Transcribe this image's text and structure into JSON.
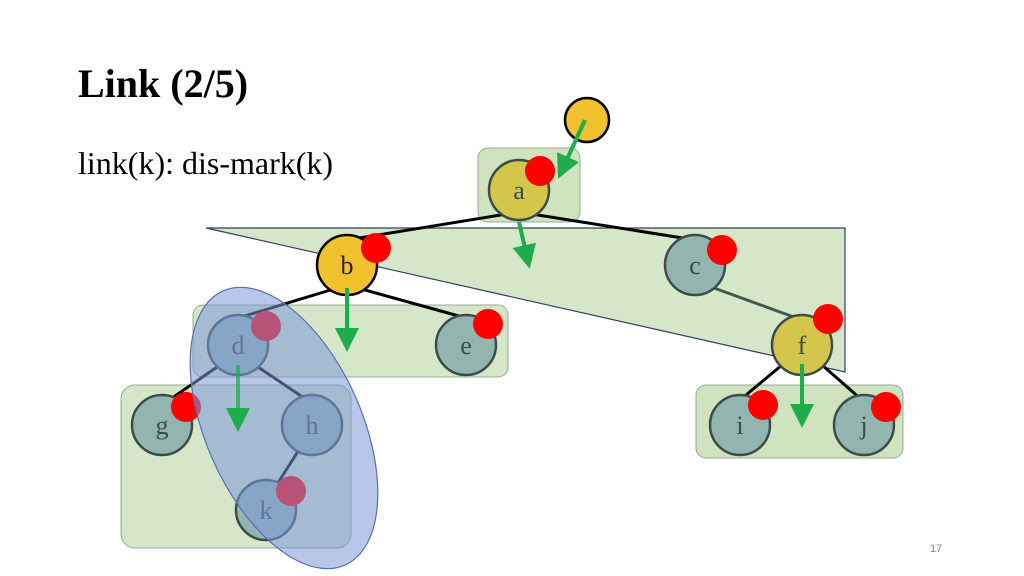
{
  "slide": {
    "title": "Link (2/5)",
    "subtitle": "link(k): dis-mark(k)",
    "page_number": "17"
  },
  "tree": {
    "nodes": [
      {
        "id": "a",
        "label": "a",
        "fill": "#d4c64a",
        "marked": true
      },
      {
        "id": "b",
        "label": "b",
        "fill": "#f2c12e",
        "marked": true
      },
      {
        "id": "c",
        "label": "c",
        "fill": "#93b5b0",
        "marked": true
      },
      {
        "id": "d",
        "label": "d",
        "fill": "#93b5b0",
        "marked": true
      },
      {
        "id": "e",
        "label": "e",
        "fill": "#93b5b0",
        "marked": true
      },
      {
        "id": "f",
        "label": "f",
        "fill": "#d4c64a",
        "marked": true
      },
      {
        "id": "g",
        "label": "g",
        "fill": "#93b5b0",
        "marked": true
      },
      {
        "id": "h",
        "label": "h",
        "fill": "#93b5b0",
        "marked": false
      },
      {
        "id": "i",
        "label": "i",
        "fill": "#93b5b0",
        "marked": true
      },
      {
        "id": "j",
        "label": "j",
        "fill": "#93b5b0",
        "marked": true
      },
      {
        "id": "k",
        "label": "k",
        "fill": "#93b5b0",
        "marked": true
      },
      {
        "id": "k-parent",
        "label": "",
        "fill": "#f2c12e",
        "marked": false
      }
    ],
    "edges": [
      [
        "a",
        "b"
      ],
      [
        "a",
        "c"
      ],
      [
        "b",
        "d"
      ],
      [
        "b",
        "e"
      ],
      [
        "c",
        "f"
      ],
      [
        "d",
        "g"
      ],
      [
        "d",
        "h"
      ],
      [
        "h",
        "k"
      ],
      [
        "f",
        "i"
      ],
      [
        "f",
        "j"
      ]
    ]
  },
  "colors": {
    "mark": "#ff0000",
    "arrow": "#1fad4b",
    "group_fill": "#cfe3bf",
    "group_stroke": "#9aa89a",
    "ellipse_fill": "#7d97d8",
    "node_stroke": "#3d4c4a"
  }
}
